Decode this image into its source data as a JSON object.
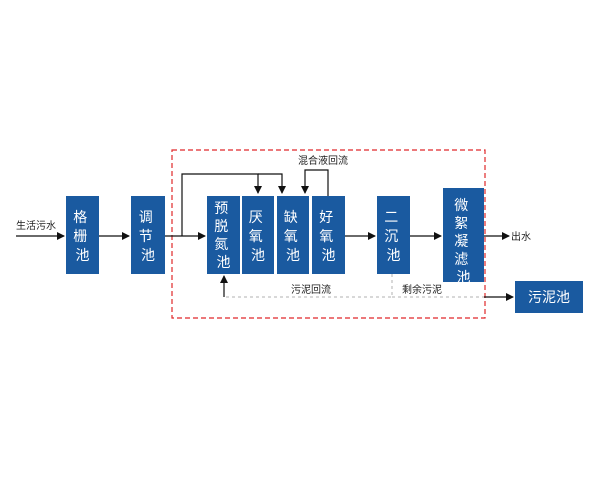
{
  "nodes": {
    "grille": [
      "格",
      "栅",
      "池"
    ],
    "regulating": [
      "调",
      "节",
      "池"
    ],
    "pre_denitrification": [
      "预",
      "脱",
      "氮",
      "池"
    ],
    "anaerobic": [
      "厌",
      "氧",
      "池"
    ],
    "anoxic": [
      "缺",
      "氧",
      "池"
    ],
    "aerobic": [
      "好",
      "氧",
      "池"
    ],
    "secondary_clarifier": [
      "二",
      "沉",
      "池"
    ],
    "micro_flocculation_filter": [
      "微",
      "絮",
      "凝",
      "滤",
      "池"
    ],
    "sludge_tank": "污泥池"
  },
  "labels": {
    "inlet": "生活污水",
    "outlet": "出水",
    "mixed_liquor_return": "混合液回流",
    "sludge_return": "污泥回流",
    "excess_sludge": "剩余污泥"
  },
  "colors": {
    "box": "#1a5aa0",
    "frame": "#e0282a",
    "arrow": "#111111",
    "dashed": "#b0b0b0"
  }
}
